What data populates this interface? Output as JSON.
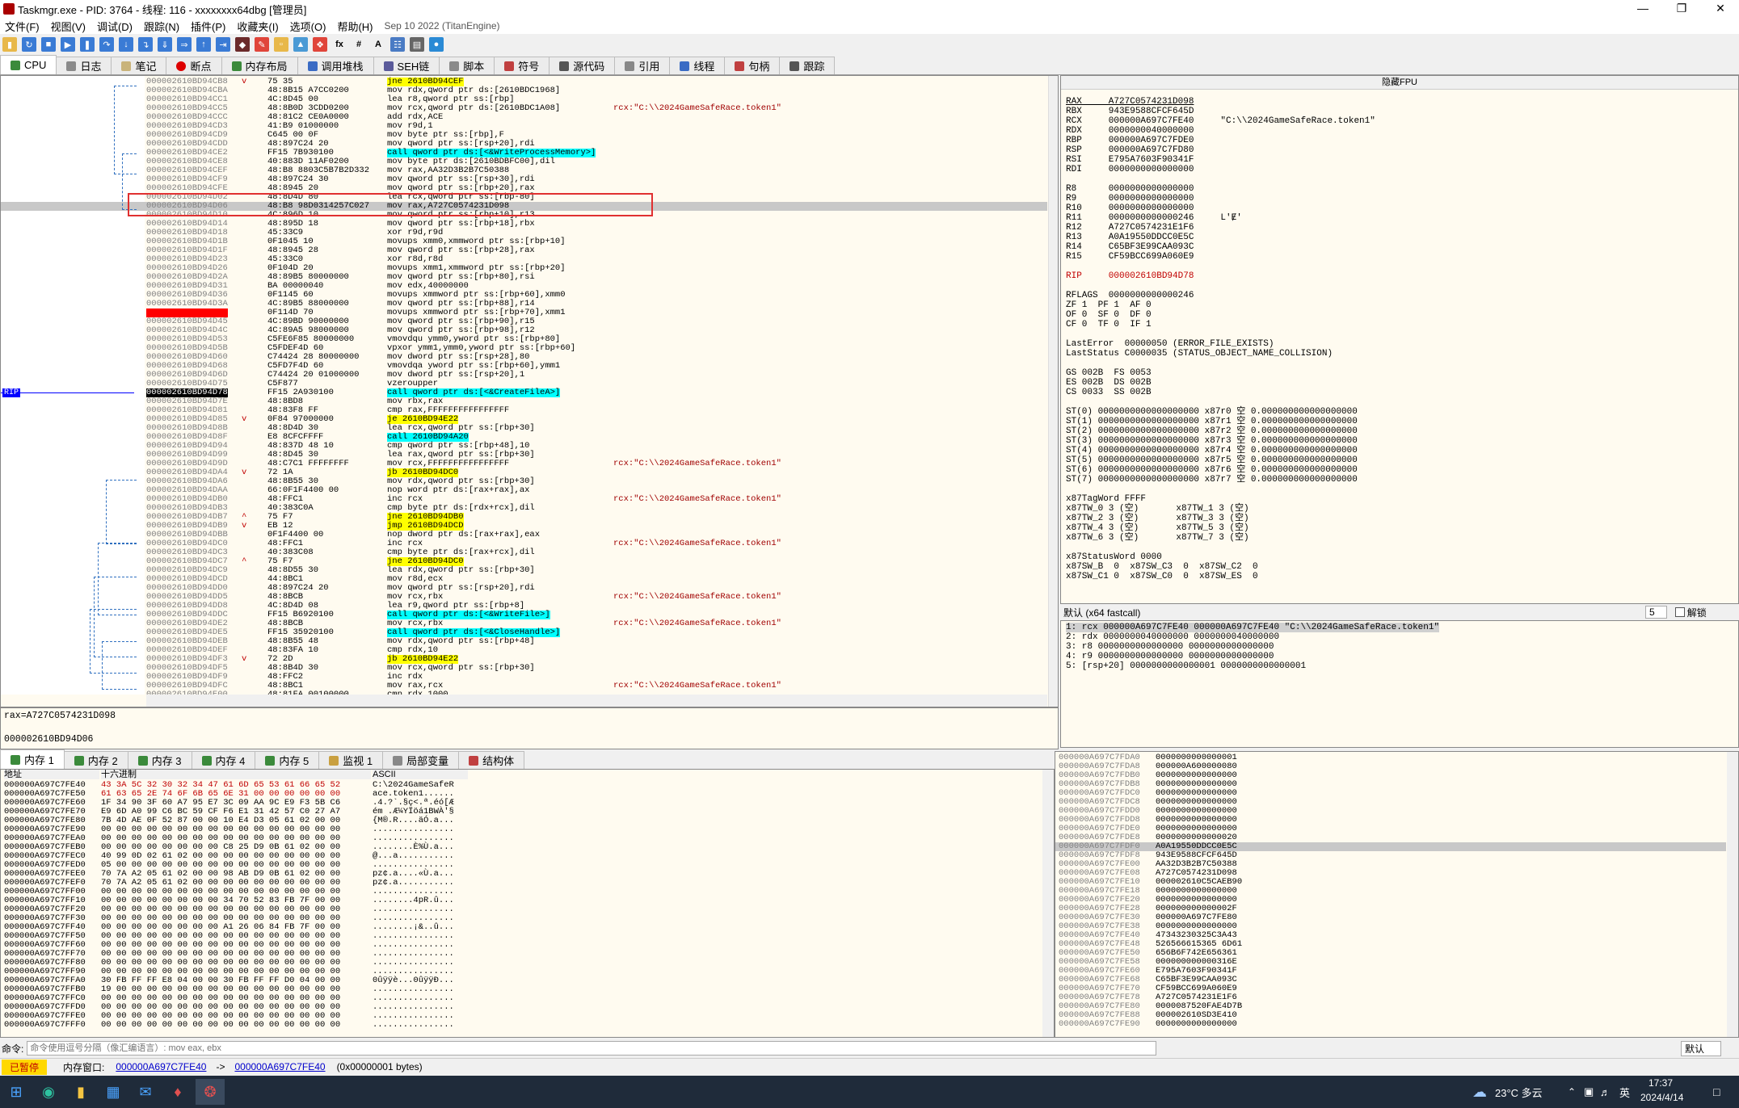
{
  "window": {
    "title": "Taskmgr.exe - PID: 3764 - 线程: 116 - xxxxxxxx64dbg [管理员]"
  },
  "menu": [
    "文件(F)",
    "视图(V)",
    "调试(D)",
    "跟踪(N)",
    "插件(P)",
    "收藏夹(I)",
    "选项(O)",
    "帮助(H)"
  ],
  "version": "Sep 10 2022 (TitanEngine)",
  "tabs": [
    "CPU",
    "日志",
    "笔记",
    "断点",
    "内存布局",
    "调用堆栈",
    "SEH链",
    "脚本",
    "符号",
    "源代码",
    "引用",
    "线程",
    "句柄",
    "跟踪"
  ],
  "colors": {
    "accent": "#0000ff",
    "jump": "#ffff00",
    "call": "#00ffff",
    "comment": "#a00000",
    "highlight": "#ff0000",
    "address": "#808080"
  },
  "disasm": [
    {
      "a": "000002610BD94CB8",
      "b": "75 35",
      "m": "v",
      "i": "jne 2610BD94CEF",
      "t": "j"
    },
    {
      "a": "000002610BD94CBA",
      "b": "48:8B15 A7CC0200",
      "i": "mov rdx,qword ptr ds:[2610BDC1968]"
    },
    {
      "a": "000002610BD94CC1",
      "b": "4C:8D45 00",
      "i": "lea r8,qword ptr ss:[rbp]"
    },
    {
      "a": "000002610BD94CC5",
      "b": "48:8B0D 3CDD0200",
      "i": "mov rcx,qword ptr ds:[2610BDC1A08]",
      "c": "rcx:\"C:\\\\2024GameSafeRace.token1\""
    },
    {
      "a": "000002610BD94CCC",
      "b": "48:81C2 CE0A0000",
      "i": "add rdx,ACE"
    },
    {
      "a": "000002610BD94CD3",
      "b": "41:B9 01000000",
      "i": "mov r9d,1"
    },
    {
      "a": "000002610BD94CD9",
      "b": "C645 00 0F",
      "i": "mov byte ptr ss:[rbp],F"
    },
    {
      "a": "000002610BD94CDD",
      "b": "48:897C24 20",
      "i": "mov qword ptr ss:[rsp+20],rdi"
    },
    {
      "a": "000002610BD94CE2",
      "b": "FF15 7B930100",
      "i": "call qword ptr ds:[<&WriteProcessMemory>]",
      "t": "c"
    },
    {
      "a": "000002610BD94CE8",
      "b": "40:883D 11AF0200",
      "i": "mov byte ptr ds:[2610BDBFC00],dil"
    },
    {
      "a": "000002610BD94CEF",
      "b": "48:B8 8803C5B7B2D332",
      "i": "mov rax,AA32D3B2B7C50388"
    },
    {
      "a": "000002610BD94CF9",
      "b": "48:897C24 30",
      "i": "mov qword ptr ss:[rsp+30],rdi"
    },
    {
      "a": "000002610BD94CFE",
      "b": "48:8945 20",
      "i": "mov qword ptr ss:[rbp+20],rax"
    },
    {
      "a": "000002610BD94D02",
      "b": "48:8D4D 80",
      "i": "lea rcx,qword ptr ss:[rbp-80]"
    },
    {
      "a": "000002610BD94D06",
      "b": "48:B8 98D0314257C027",
      "i": "mov rax,A727C0574231D098",
      "t": "sel"
    },
    {
      "a": "000002610BD94D10",
      "b": "4C:896D 10",
      "i": "mov qword ptr ss:[rbp+10],r13"
    },
    {
      "a": "000002610BD94D14",
      "b": "48:895D 18",
      "i": "mov qword ptr ss:[rbp+18],rbx"
    },
    {
      "a": "000002610BD94D18",
      "b": "45:33C9",
      "i": "xor r9d,r9d"
    },
    {
      "a": "000002610BD94D1B",
      "b": "0F1045 10",
      "i": "movups xmm0,xmmword ptr ss:[rbp+10]"
    },
    {
      "a": "000002610BD94D1F",
      "b": "48:8945 28",
      "i": "mov qword ptr ss:[rbp+28],rax"
    },
    {
      "a": "000002610BD94D23",
      "b": "45:33C0",
      "i": "xor r8d,r8d"
    },
    {
      "a": "000002610BD94D26",
      "b": "0F104D 20",
      "i": "movups xmm1,xmmword ptr ss:[rbp+20]"
    },
    {
      "a": "000002610BD94D2A",
      "b": "48:89B5 80000000",
      "i": "mov qword ptr ss:[rbp+80],rsi"
    },
    {
      "a": "000002610BD94D31",
      "b": "BA 00000040",
      "i": "mov edx,40000000"
    },
    {
      "a": "000002610BD94D36",
      "b": "0F1145 60",
      "i": "movups xmmword ptr ss:[rbp+60],xmm0"
    },
    {
      "a": "000002610BD94D3A",
      "b": "4C:89B5 88000000",
      "i": "mov qword ptr ss:[rbp+88],r14"
    },
    {
      "a": "000002610BD94D41",
      "b": "0F114D 70",
      "i": "movups xmmword ptr ss:[rbp+70],xmm1",
      "t": "bp"
    },
    {
      "a": "000002610BD94D45",
      "b": "4C:89BD 90000000",
      "i": "mov qword ptr ss:[rbp+90],r15"
    },
    {
      "a": "000002610BD94D4C",
      "b": "4C:89A5 98000000",
      "i": "mov qword ptr ss:[rbp+98],r12"
    },
    {
      "a": "000002610BD94D53",
      "b": "C5FE6F85 80000000",
      "i": "vmovdqu ymm0,yword ptr ss:[rbp+80]"
    },
    {
      "a": "000002610BD94D5B",
      "b": "C5FDEF4D 60",
      "i": "vpxor ymm1,ymm0,yword ptr ss:[rbp+60]"
    },
    {
      "a": "000002610BD94D60",
      "b": "C74424 28 80000000",
      "i": "mov dword ptr ss:[rsp+28],80"
    },
    {
      "a": "000002610BD94D68",
      "b": "C5FD7F4D 60",
      "i": "vmovdqa yword ptr ss:[rbp+60],ymm1"
    },
    {
      "a": "000002610BD94D6D",
      "b": "C74424 20 01000000",
      "i": "mov dword ptr ss:[rsp+20],1"
    },
    {
      "a": "000002610BD94D75",
      "b": "C5F877",
      "i": "vzeroupper"
    },
    {
      "a": "000002610BD94D78",
      "b": "FF15 2A930100",
      "i": "call qword ptr ds:[<&CreateFileA>]",
      "t": "c",
      "rip": "1"
    },
    {
      "a": "000002610BD94D7E",
      "b": "48:8BD8",
      "i": "mov rbx,rax"
    },
    {
      "a": "000002610BD94D81",
      "b": "48:83F8 FF",
      "i": "cmp rax,FFFFFFFFFFFFFFFF"
    },
    {
      "a": "000002610BD94D85",
      "b": "0F84 97000000",
      "m": "v",
      "i": "je 2610BD94E22",
      "t": "j"
    },
    {
      "a": "000002610BD94D8B",
      "b": "48:8D4D 30",
      "i": "lea rcx,qword ptr ss:[rbp+30]"
    },
    {
      "a": "000002610BD94D8F",
      "b": "E8 8CFCFFFF",
      "i": "call 2610BD94A20",
      "t": "c"
    },
    {
      "a": "000002610BD94D94",
      "b": "48:837D 48 10",
      "i": "cmp qword ptr ss:[rbp+48],10"
    },
    {
      "a": "000002610BD94D99",
      "b": "48:8D45 30",
      "i": "lea rax,qword ptr ss:[rbp+30]"
    },
    {
      "a": "000002610BD94D9D",
      "b": "48:C7C1 FFFFFFFF",
      "i": "mov rcx,FFFFFFFFFFFFFFFF",
      "c": "rcx:\"C:\\\\2024GameSafeRace.token1\""
    },
    {
      "a": "000002610BD94DA4",
      "b": "72 1A",
      "m": "v",
      "i": "jb 2610BD94DC0",
      "t": "j"
    },
    {
      "a": "000002610BD94DA6",
      "b": "48:8B55 30",
      "i": "mov rdx,qword ptr ss:[rbp+30]"
    },
    {
      "a": "000002610BD94DAA",
      "b": "66:0F1F4400 00",
      "i": "nop word ptr ds:[rax+rax],ax"
    },
    {
      "a": "000002610BD94DB0",
      "b": "48:FFC1",
      "i": "inc rcx",
      "c": "rcx:\"C:\\\\2024GameSafeRace.token1\""
    },
    {
      "a": "000002610BD94DB3",
      "b": "40:383C0A",
      "i": "cmp byte ptr ds:[rdx+rcx],dil"
    },
    {
      "a": "000002610BD94DB7",
      "b": "75 F7",
      "m": "^",
      "i": "jne 2610BD94DB0",
      "t": "j"
    },
    {
      "a": "000002610BD94DB9",
      "b": "EB 12",
      "m": "v",
      "i": "jmp 2610BD94DCD",
      "t": "j"
    },
    {
      "a": "000002610BD94DBB",
      "b": "0F1F4400 00",
      "i": "nop dword ptr ds:[rax+rax],eax"
    },
    {
      "a": "000002610BD94DC0",
      "b": "48:FFC1",
      "i": "inc rcx",
      "c": "rcx:\"C:\\\\2024GameSafeRace.token1\""
    },
    {
      "a": "000002610BD94DC3",
      "b": "40:383C08",
      "i": "cmp byte ptr ds:[rax+rcx],dil"
    },
    {
      "a": "000002610BD94DC7",
      "b": "75 F7",
      "m": "^",
      "i": "jne 2610BD94DC0",
      "t": "j"
    },
    {
      "a": "000002610BD94DC9",
      "b": "48:8D55 30",
      "i": "lea rdx,qword ptr ss:[rbp+30]"
    },
    {
      "a": "000002610BD94DCD",
      "b": "44:8BC1",
      "i": "mov r8d,ecx"
    },
    {
      "a": "000002610BD94DD0",
      "b": "48:897C24 20",
      "i": "mov qword ptr ss:[rsp+20],rdi"
    },
    {
      "a": "000002610BD94DD5",
      "b": "48:8BCB",
      "i": "mov rcx,rbx",
      "c": "rcx:\"C:\\\\2024GameSafeRace.token1\""
    },
    {
      "a": "000002610BD94DD8",
      "b": "4C:8D4D 08",
      "i": "lea r9,qword ptr ss:[rbp+8]"
    },
    {
      "a": "000002610BD94DDC",
      "b": "FF15 B6920100",
      "i": "call qword ptr ds:[<&WriteFile>]",
      "t": "c"
    },
    {
      "a": "000002610BD94DE2",
      "b": "48:8BCB",
      "i": "mov rcx,rbx",
      "c": "rcx:\"C:\\\\2024GameSafeRace.token1\""
    },
    {
      "a": "000002610BD94DE5",
      "b": "FF15 35920100",
      "i": "call qword ptr ds:[<&CloseHandle>]",
      "t": "c"
    },
    {
      "a": "000002610BD94DEB",
      "b": "48:8B55 48",
      "i": "mov rdx,qword ptr ss:[rbp+48]"
    },
    {
      "a": "000002610BD94DEF",
      "b": "48:83FA 10",
      "i": "cmp rdx,10"
    },
    {
      "a": "000002610BD94DF3",
      "b": "72 2D",
      "m": "v",
      "i": "jb 2610BD94E22",
      "t": "j"
    },
    {
      "a": "000002610BD94DF5",
      "b": "48:8B4D 30",
      "i": "mov rcx,qword ptr ss:[rbp+30]"
    },
    {
      "a": "000002610BD94DF9",
      "b": "48:FFC2",
      "i": "inc rdx"
    },
    {
      "a": "000002610BD94DFC",
      "b": "48:8BC1",
      "i": "mov rax,rcx",
      "c": "rcx:\"C:\\\\2024GameSafeRace.token1\""
    },
    {
      "a": "000002610BD94E00",
      "b": "48:81FA 00100000",
      "i": "cmp rdx,1000"
    }
  ],
  "info": {
    "line1": "rax=A727C0574231D098",
    "line2": "000002610BD94D06"
  },
  "regs_header": "隐藏FPU",
  "regs": [
    "RAX     A727C0574231D098",
    "RBX     943E9588CFCF645D",
    "RCX     000000A697C7FE40     \"C:\\\\2024GameSafeRace.token1\"",
    "RDX     0000000040000000",
    "RBP     000000A697C7FDE0",
    "RSP     000000A697C7FD80",
    "RSI     E795A7603F90341F",
    "RDI     0000000000000000",
    "",
    "R8      0000000000000000",
    "R9      0000000000000000",
    "R10     0000000000000000",
    "R11     0000000000000246     L'Ɇ'",
    "R12     A727C0574231E1F6",
    "R13     A0A19550DDCC0E5C",
    "R14     C65BF3E99CAA093C",
    "R15     CF59BCC699A060E9",
    "",
    "RIP     000002610BD94D78",
    "",
    "RFLAGS  0000000000000246",
    "ZF 1  PF 1  AF 0",
    "OF 0  SF 0  DF 0",
    "CF 0  TF 0  IF 1",
    "",
    "LastError  00000050 (ERROR_FILE_EXISTS)",
    "LastStatus C0000035 (STATUS_OBJECT_NAME_COLLISION)",
    "",
    "GS 002B  FS 0053",
    "ES 002B  DS 002B",
    "CS 0033  SS 002B",
    "",
    "ST(0) 0000000000000000000 x87r0 空 0.000000000000000000",
    "ST(1) 0000000000000000000 x87r1 空 0.000000000000000000",
    "ST(2) 0000000000000000000 x87r2 空 0.000000000000000000",
    "ST(3) 0000000000000000000 x87r3 空 0.000000000000000000",
    "ST(4) 0000000000000000000 x87r4 空 0.000000000000000000",
    "ST(5) 0000000000000000000 x87r5 空 0.000000000000000000",
    "ST(6) 0000000000000000000 x87r6 空 0.000000000000000000",
    "ST(7) 0000000000000000000 x87r7 空 0.000000000000000000",
    "",
    "x87TagWord FFFF",
    "x87TW_0 3 (空)       x87TW_1 3 (空)",
    "x87TW_2 3 (空)       x87TW_3 3 (空)",
    "x87TW_4 3 (空)       x87TW_5 3 (空)",
    "x87TW_6 3 (空)       x87TW_7 3 (空)",
    "",
    "x87StatusWord 0000",
    "x87SW_B  0  x87SW_C3  0  x87SW_C2  0",
    "x87SW_C1 0  x87SW_C0  0  x87SW_ES  0"
  ],
  "callconv": {
    "label": "默认 (x64 fastcall)",
    "count": "5",
    "unlock": "解锁"
  },
  "args": [
    "1: rcx 000000A697C7FE40 000000A697C7FE40 \"C:\\\\2024GameSafeRace.token1\"",
    "2: rdx 0000000040000000 0000000040000000",
    "3: r8 0000000000000000 0000000000000000",
    "4: r9 0000000000000000 0000000000000000",
    "5: [rsp+20] 0000000000000001 0000000000000001"
  ],
  "dumptabs": [
    "内存 1",
    "内存 2",
    "内存 3",
    "内存 4",
    "内存 5",
    "监视 1",
    "局部变量",
    "结构体"
  ],
  "dump_headers": {
    "addr": "地址",
    "hex": "十六进制",
    "ascii": "ASCII"
  },
  "dump": [
    {
      "a": "000000A697C7FE40",
      "h": "43 3A 5C 32 30 32 34 47 61 6D 65 53 61 66 65 52",
      "s": "C:\\2024GameSafeR"
    },
    {
      "a": "000000A697C7FE50",
      "h": "61 63 65 2E 74 6F 6B 65 6E 31 00 00 00 00 00 00",
      "s": "ace.token1......"
    },
    {
      "a": "000000A697C7FE60",
      "h": "1F 34 90 3F 60 A7 95 E7 3C 09 AA 9C E9 F3 5B C6",
      "s": ".4.?`.§ç<.ª.éó[Æ"
    },
    {
      "a": "000000A697C7FE70",
      "h": "E9 6D A0 99 C6 BC 59 CF F6 E1 31 42 57 C0 27 A7",
      "s": "ém .Æ¼YÏöá1BWÀ'§"
    },
    {
      "a": "000000A697C7FE80",
      "h": "7B 4D AE 0F 52 87 00 00 10 E4 D3 05 61 02 00 00",
      "s": "{M®.R....äÓ.a..."
    },
    {
      "a": "000000A697C7FE90",
      "h": "00 00 00 00 00 00 00 00 00 00 00 00 00 00 00 00",
      "s": "................"
    },
    {
      "a": "000000A697C7FEA0",
      "h": "00 00 00 00 00 00 00 00 00 00 00 00 00 00 00 00",
      "s": "................"
    },
    {
      "a": "000000A697C7FEB0",
      "h": "00 00 00 00 00 00 00 00 C8 25 D9 0B 61 02 00 00",
      "s": "........È%Ù.a..."
    },
    {
      "a": "000000A697C7FEC0",
      "h": "40 99 0D 02 61 02 00 00 00 00 00 00 00 00 00 00",
      "s": "@...a..........."
    },
    {
      "a": "000000A697C7FED0",
      "h": "05 00 00 00 00 00 00 00 00 00 00 00 00 00 00 00",
      "s": "................"
    },
    {
      "a": "000000A697C7FEE0",
      "h": "70 7A A2 05 61 02 00 00 98 AB D9 0B 61 02 00 00",
      "s": "pz¢.a....«Ù.a..."
    },
    {
      "a": "000000A697C7FEF0",
      "h": "70 7A A2 05 61 02 00 00 00 00 00 00 00 00 00 00",
      "s": "pz¢.a..........."
    },
    {
      "a": "000000A697C7FF00",
      "h": "00 00 00 00 00 00 00 00 00 00 00 00 00 00 00 00",
      "s": "................"
    },
    {
      "a": "000000A697C7FF10",
      "h": "00 00 00 00 00 00 00 00 34 70 52 83 FB 7F 00 00",
      "s": "........4pR.û..."
    },
    {
      "a": "000000A697C7FF20",
      "h": "00 00 00 00 00 00 00 00 00 00 00 00 00 00 00 00",
      "s": "................"
    },
    {
      "a": "000000A697C7FF30",
      "h": "00 00 00 00 00 00 00 00 00 00 00 00 00 00 00 00",
      "s": "................"
    },
    {
      "a": "000000A697C7FF40",
      "h": "00 00 00 00 00 00 00 00 A1 26 06 84 FB 7F 00 00",
      "s": "........¡&..û..."
    },
    {
      "a": "000000A697C7FF50",
      "h": "00 00 00 00 00 00 00 00 00 00 00 00 00 00 00 00",
      "s": "................"
    },
    {
      "a": "000000A697C7FF60",
      "h": "00 00 00 00 00 00 00 00 00 00 00 00 00 00 00 00",
      "s": "................"
    },
    {
      "a": "000000A697C7FF70",
      "h": "00 00 00 00 00 00 00 00 00 00 00 00 00 00 00 00",
      "s": "................"
    },
    {
      "a": "000000A697C7FF80",
      "h": "00 00 00 00 00 00 00 00 00 00 00 00 00 00 00 00",
      "s": "................"
    },
    {
      "a": "000000A697C7FF90",
      "h": "00 00 00 00 00 00 00 00 00 00 00 00 00 00 00 00",
      "s": "................"
    },
    {
      "a": "000000A697C7FFA0",
      "h": "30 FB FF FF E8 04 00 00 30 FB FF FF D0 04 00 00",
      "s": "0ûÿÿè...0ûÿÿÐ..."
    },
    {
      "a": "000000A697C7FFB0",
      "h": "19 00 00 00 00 00 00 00 00 00 00 00 00 00 00 00",
      "s": "................"
    },
    {
      "a": "000000A697C7FFC0",
      "h": "00 00 00 00 00 00 00 00 00 00 00 00 00 00 00 00",
      "s": "................"
    },
    {
      "a": "000000A697C7FFD0",
      "h": "00 00 00 00 00 00 00 00 00 00 00 00 00 00 00 00",
      "s": "................"
    },
    {
      "a": "000000A697C7FFE0",
      "h": "00 00 00 00 00 00 00 00 00 00 00 00 00 00 00 00",
      "s": "................"
    },
    {
      "a": "000000A697C7FFF0",
      "h": "00 00 00 00 00 00 00 00 00 00 00 00 00 00 00 00",
      "s": "................"
    }
  ],
  "stack": [
    [
      "000000A697C7FDA0",
      "0000000000000001"
    ],
    [
      "000000A697C7FDA8",
      "000000A600000080"
    ],
    [
      "000000A697C7FDB0",
      "0000000000000000"
    ],
    [
      "000000A697C7FDB8",
      "0000000000000000"
    ],
    [
      "000000A697C7FDC0",
      "0000000000000000"
    ],
    [
      "000000A697C7FDC8",
      "0000000000000000"
    ],
    [
      "000000A697C7FDD0",
      "0000000000000000"
    ],
    [
      "000000A697C7FDD8",
      "0000000000000000"
    ],
    [
      "000000A697C7FDE0",
      "0000000000000000"
    ],
    [
      "000000A697C7FDE8",
      "0000000000000020"
    ],
    [
      "000000A697C7FDF0",
      "A0A19550DDCC0E5C"
    ],
    [
      "000000A697C7FDF8",
      "943E9588CFCF645D"
    ],
    [
      "000000A697C7FE00",
      "AA32D3B2B7C50388"
    ],
    [
      "000000A697C7FE08",
      "A727C0574231D098"
    ],
    [
      "000000A697C7FE10",
      "000002610C5CAEB90"
    ],
    [
      "000000A697C7FE18",
      "0000000000000000"
    ],
    [
      "000000A697C7FE20",
      "0000000000000000"
    ],
    [
      "000000A697C7FE28",
      "000000000000002F"
    ],
    [
      "000000A697C7FE30",
      "000000A697C7FE80"
    ],
    [
      "000000A697C7FE38",
      "0000000000000000"
    ],
    [
      "000000A697C7FE40",
      "47343230325C3A43"
    ],
    [
      "000000A697C7FE48",
      "526566615365 6D61"
    ],
    [
      "000000A697C7FE50",
      "656B6F742E656361"
    ],
    [
      "000000A697C7FE58",
      "000000000000316E"
    ],
    [
      "000000A697C7FE60",
      "E795A7603F90341F"
    ],
    [
      "000000A697C7FE68",
      "C65BF3E99CAA093C"
    ],
    [
      "000000A697C7FE70",
      "CF59BCC699A060E9"
    ],
    [
      "000000A697C7FE78",
      "A727C0574231E1F6"
    ],
    [
      "000000A697C7FE80",
      "0000087520FAE4D7B"
    ],
    [
      "000000A697C7FE88",
      "000002610SD3E410"
    ],
    [
      "000000A697C7FE90",
      "0000000000000000"
    ]
  ],
  "cmd": {
    "label": "命令:",
    "placeholder": "命令使用逗号分隔（像汇编语言）: mov eax, ebx",
    "right": "默认"
  },
  "status": {
    "state": "已暂停",
    "dump_label": "内存窗口:",
    "from": "000000A697C7FE40",
    "arrow": "->",
    "to": "000000A697C7FE40",
    "size": "(0x00000001 bytes)"
  },
  "taskbar": {
    "weather": "23°C 多云",
    "time": "17:37",
    "date": "2024/4/14",
    "lang": "英"
  }
}
